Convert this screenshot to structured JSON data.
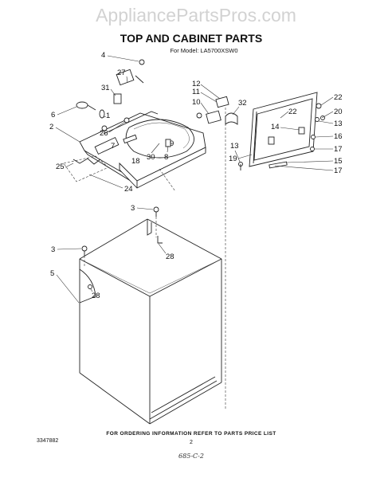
{
  "watermark": "AppliancePartsPros.com",
  "title": "TOP AND CABINET PARTS",
  "subtitle": "For Model: LA5700XSW0",
  "callouts": {
    "c4": "4",
    "c27": "27",
    "c31": "31",
    "c6": "6",
    "c1": "1",
    "c2": "2",
    "c26": "26",
    "c7": "7",
    "c30": "30",
    "c9": "9",
    "c18": "18",
    "c8": "8",
    "c25": "25",
    "c24": "24",
    "c12": "12",
    "c11": "11",
    "c10": "10",
    "c32": "32",
    "c22a": "22",
    "c22b": "22",
    "c20": "20",
    "c14": "14",
    "c13a": "13",
    "c13b": "13",
    "c16": "16",
    "c17a": "17",
    "c17b": "17",
    "c19": "19",
    "c15": "15",
    "c3a": "3",
    "c3b": "3",
    "c28a": "28",
    "c28b": "28",
    "c5": "5"
  },
  "footer": {
    "note": "FOR ORDERING INFORMATION REFER TO PARTS PRICE LIST",
    "doc_number": "3347882",
    "page": "2",
    "handwritten": "685-C-2"
  }
}
